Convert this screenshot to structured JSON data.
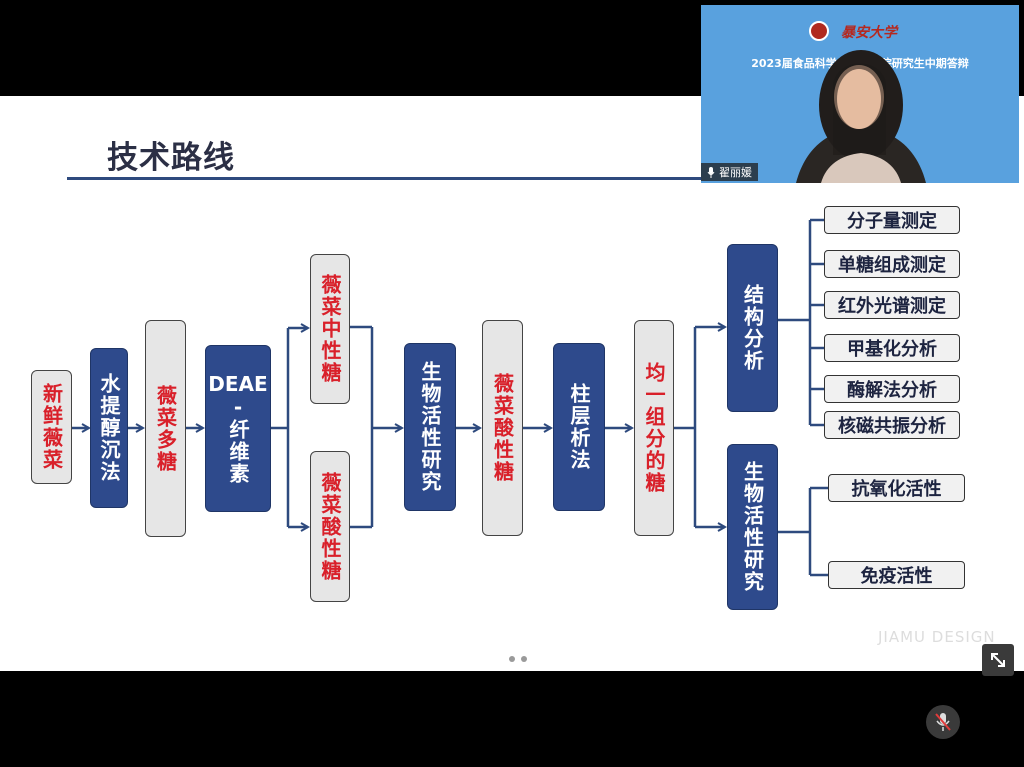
{
  "slide": {
    "title": "技术路线",
    "watermark": "JIAMU DESIGN",
    "nodes": {
      "fresh": "新鲜薇菜",
      "water_ext": "水提醇沉法",
      "poly": "薇菜多糖",
      "deae_top": "DEAE",
      "deae_dash": "-",
      "deae_bottom": "纤维素",
      "neutral": "薇菜中性糖",
      "acidic1": "薇菜酸性糖",
      "bio1": "生物活性研究",
      "acidic2": "薇菜酸性糖",
      "column": "柱层析法",
      "homo": "均一组分的糖",
      "struct": "结构分析",
      "bio2": "生物活性研究"
    },
    "structure_items": [
      "分子量测定",
      "单糖组成测定",
      "红外光谱测定",
      "甲基化分析",
      "酶解法分析",
      "核磁共振分析"
    ],
    "bio_items": [
      "抗氧化活性",
      "免疫活性"
    ]
  },
  "video": {
    "university": "暴安大学",
    "banner": "2023届食品科学与工程学院研究生中期答辩",
    "speaker": "翟丽媛"
  },
  "colors": {
    "blue": "#2e4a8c",
    "red_text": "#d9202a",
    "line": "#2e4a7e",
    "video_bg": "#59a1de"
  },
  "icons": {
    "mic": "mic-icon",
    "expand": "expand-icon",
    "mic_off": "mic-off-icon"
  }
}
